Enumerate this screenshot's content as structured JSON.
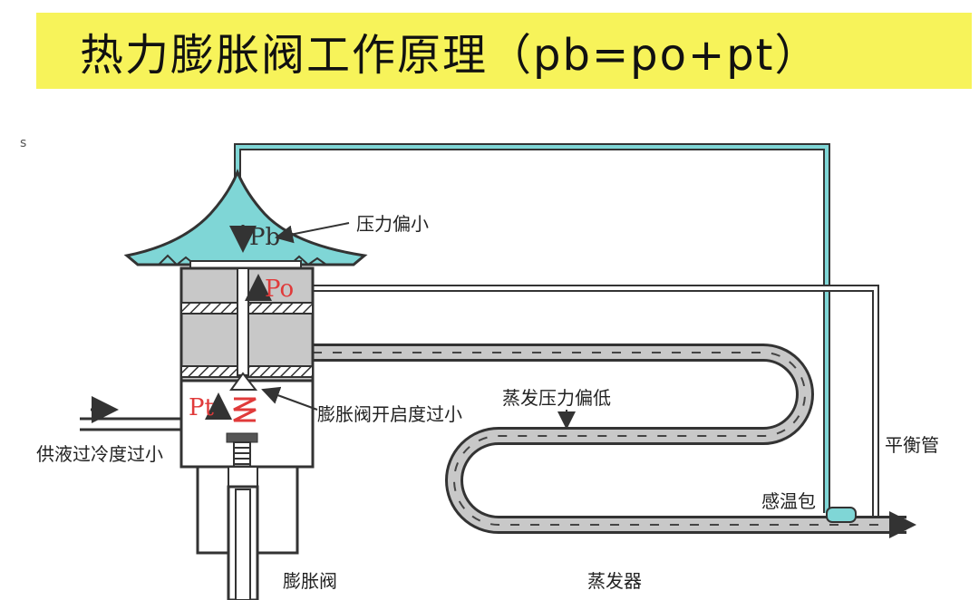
{
  "title": "热力膨胀阀工作原理（pb=po+pt）",
  "stray_mark": "s",
  "labels": {
    "pressure_small": "压力偏小",
    "pb": "Pb",
    "po": "Po",
    "pt": "Pt",
    "valve_opening_small": "膨胀阀开启度过小",
    "evap_pressure_low": "蒸发压力偏低",
    "supply_subcool_small": "供液过冷度过小",
    "balance_tube": "平衡管",
    "sensing_bulb": "感温包",
    "expansion_valve": "膨胀阀",
    "evaporator": "蒸发器"
  },
  "colors": {
    "title_bg": "#f7f35a",
    "diaphragm": "#7fd6d6",
    "body_gray": "#c8c8c8",
    "arrow_red": "#e03a3a",
    "line": "#333333"
  }
}
